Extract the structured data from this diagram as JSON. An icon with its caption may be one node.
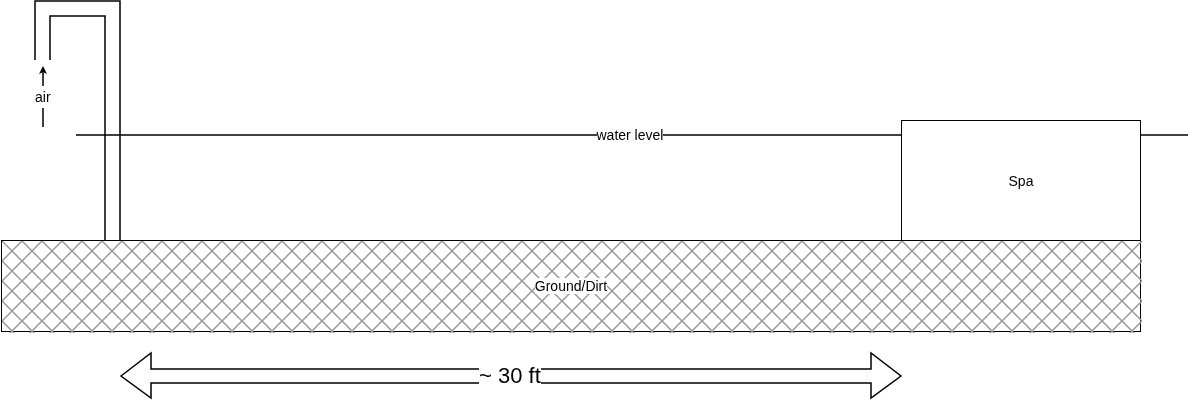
{
  "diagram": {
    "nodes": [
      {
        "text": [
          "Spa"
        ]
      },
      {
        "text": [
          "Ground/Dirt"
        ]
      }
    ],
    "labels": [
      "air",
      "water level",
      "~ 30 ft"
    ]
  }
}
